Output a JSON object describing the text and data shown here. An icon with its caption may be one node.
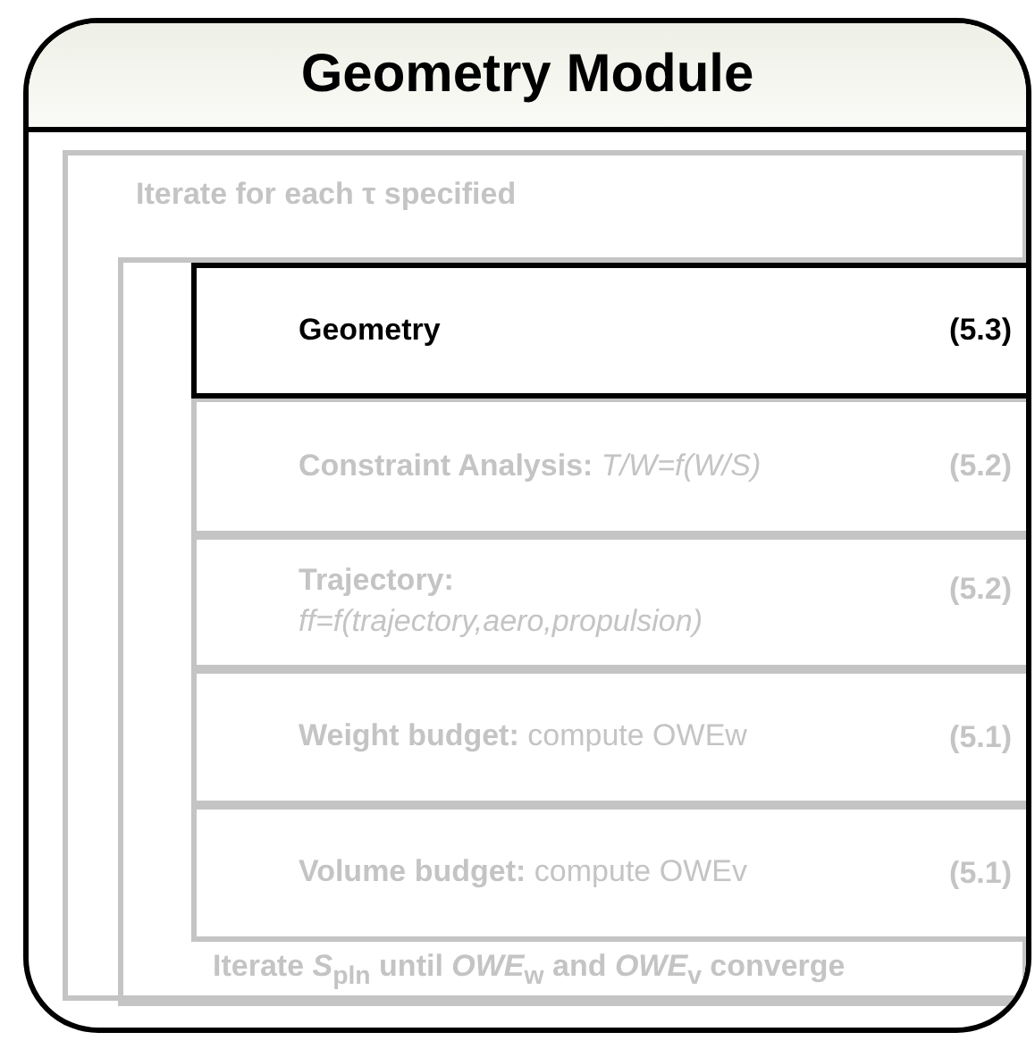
{
  "diagram": {
    "nodes": [
      {
        "text": [
          "Geometry Module"
        ]
      },
      {
        "text": [
          "Iterate for each τ specified"
        ],
        "in": 0
      },
      {
        "text": [
          "Iterate *S*$_{pln}$ until *OWE*$_{w}$ and *OWE*$_{v}$ converge"
        ],
        "in": 1
      },
      {
        "text": [
          "Geometry",
          "(5.3)"
        ],
        "in": 2
      },
      {
        "text": [
          "Constraint Analysis:",
          "*T/W=f(W/S)*",
          "(5.2)"
        ],
        "in": 2
      },
      {
        "text": [
          "Trajectory:",
          "*ff=f(trajectory,aero,propulsion)*",
          "(5.2)"
        ],
        "in": 2
      },
      {
        "text": [
          "Weight budget:",
          "compute OWEw",
          "(5.1)"
        ],
        "in": 2
      },
      {
        "text": [
          "Volume budget:",
          "compute OWEv",
          "(5.1)"
        ],
        "in": 2
      }
    ]
  }
}
